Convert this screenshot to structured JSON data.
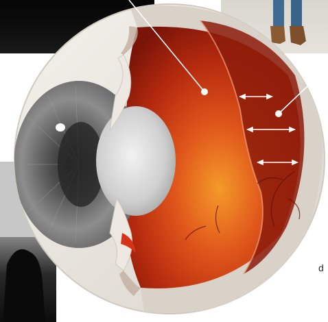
{
  "side_text": "d",
  "colors": {
    "retina_dark": "#7a1408",
    "retina_mid": "#c63612",
    "retina_bright": "#f07a1e",
    "sclera": "#e9e5df",
    "iris": "#7d7d7d",
    "background": "#ffffff"
  },
  "icons": {
    "marker": "white-dot",
    "arrow": "double-headed-arrow"
  }
}
